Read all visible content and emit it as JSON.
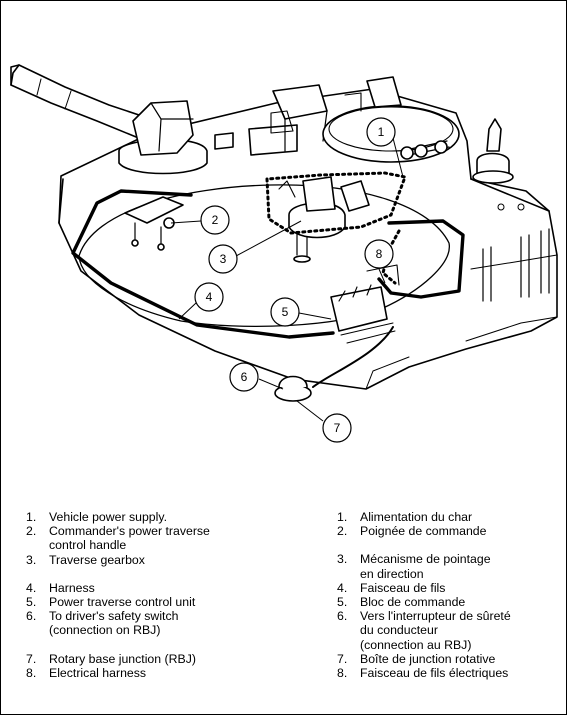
{
  "callouts": [
    "1",
    "2",
    "3",
    "4",
    "5",
    "6",
    "7",
    "8"
  ],
  "legend_en": [
    {
      "num": "1.",
      "text": "Vehicle power supply."
    },
    {
      "num": "2.",
      "text": "Commander's power traverse\ncontrol handle"
    },
    {
      "num": "3.",
      "text": "Traverse gearbox"
    },
    {
      "num": "4.",
      "text": "Harness"
    },
    {
      "num": "5.",
      "text": "Power traverse control unit"
    },
    {
      "num": "6.",
      "text": "To driver's safety switch\n(connection on RBJ)"
    },
    {
      "num": "7.",
      "text": "Rotary base junction (RBJ)"
    },
    {
      "num": "8.",
      "text": "Electrical harness"
    }
  ],
  "legend_fr": [
    {
      "num": "1.",
      "text": "Alimentation du char"
    },
    {
      "num": "2.",
      "text": "Poignée de commande"
    },
    {
      "num": "3.",
      "text": "Mécanisme de pointage\nen direction"
    },
    {
      "num": "4.",
      "text": "Faisceau de fils"
    },
    {
      "num": "5.",
      "text": "Bloc de commande"
    },
    {
      "num": "6.",
      "text": "Vers l'interrupteur de sûreté\ndu conducteur\n(connection au RBJ)"
    },
    {
      "num": "7.",
      "text": "Boîte de junction rotative"
    },
    {
      "num": "8.",
      "text": "Faisceau de fils électriques"
    }
  ]
}
